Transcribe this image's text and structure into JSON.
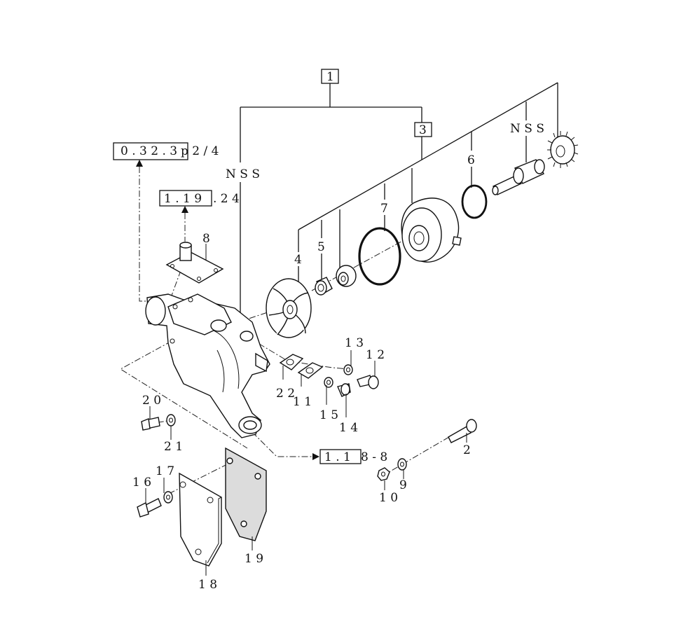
{
  "refs": {
    "r1_box": "0 . 3 2 . 3",
    "r1_tail": "p 2 / 4",
    "r2_box": "1 . 1 9",
    "r2_tail": ". 2 4",
    "r3_box": "1 . 1",
    "r3_tail": "8 - 8"
  },
  "assembly_labels": {
    "a1": "1",
    "a3": "3"
  },
  "nss_labels": {
    "nss_left": "N S S",
    "nss_right": "N S S"
  },
  "callouts": {
    "c2": "2",
    "c4": "4",
    "c5": "5",
    "c6": "6",
    "c7": "7",
    "c8": "8",
    "c9": "9",
    "c10": "1 0",
    "c11": "1 1",
    "c12": "1 2",
    "c13": "1 3",
    "c14": "1 4",
    "c15": "1 5",
    "c16": "1 6",
    "c17": "1 7",
    "c18": "1 8",
    "c19": "1 9",
    "c20": "2 0",
    "c21": "2 1",
    "c22": "2 2"
  }
}
